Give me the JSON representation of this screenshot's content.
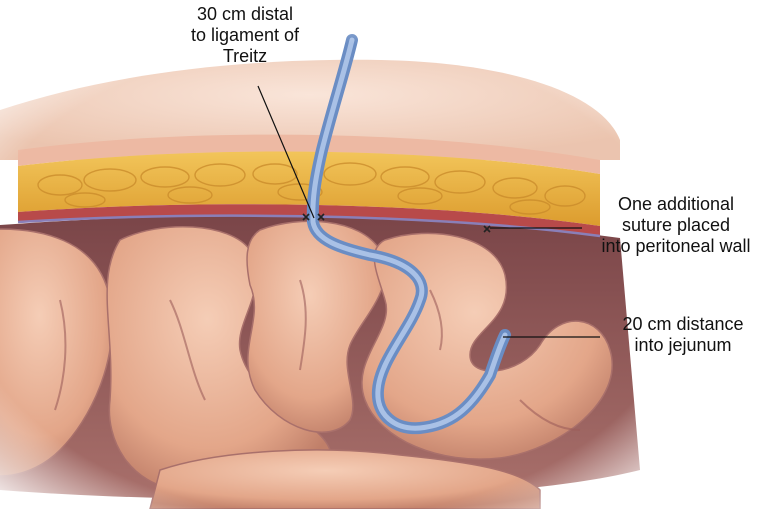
{
  "figure": {
    "labels": {
      "treitz": "30 cm distal\nto ligament of\nTreitz",
      "suture": "One additional\nsuture placed\ninto peritoneal wall",
      "jejunum": "20 cm distance\ninto jejunum"
    },
    "colors": {
      "skin": "#f1cdb9",
      "fat": "#e9b447",
      "muscle": "#b84a4a",
      "peritoneum": "#8a7fb8",
      "bowel": "#e8b096",
      "bowel_shadow": "#9c5e5a",
      "tube": "#7fa0d2"
    }
  }
}
